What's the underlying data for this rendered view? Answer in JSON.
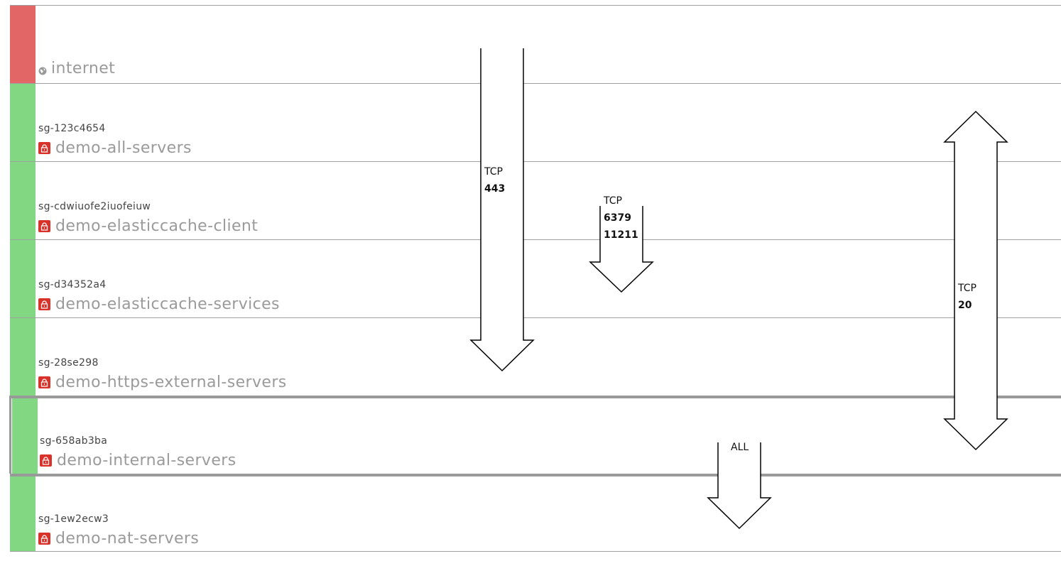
{
  "colors": {
    "internet_stripe": "#e26666",
    "sg_stripe": "#82d882",
    "lock_icon": "#d9322b",
    "row_border": "#a0a0a0",
    "selected_border": "#999999",
    "name_text": "#9a9a9a"
  },
  "internet": {
    "name": "internet",
    "icon": "globe-icon"
  },
  "security_groups": [
    {
      "id": "sg-123c4654",
      "name": "demo-all-servers",
      "icon": "lock-icon"
    },
    {
      "id": "sg-cdwiuofe2iuofeiuw",
      "name": "demo-elasticcache-client",
      "icon": "lock-icon"
    },
    {
      "id": "sg-d34352a4",
      "name": "demo-elasticcache-services",
      "icon": "lock-icon"
    },
    {
      "id": "sg-28se298",
      "name": "demo-https-external-servers",
      "icon": "lock-icon"
    },
    {
      "id": "sg-658ab3ba",
      "name": "demo-internal-servers",
      "icon": "lock-icon",
      "selected": true
    },
    {
      "id": "sg-1ew2ecw3",
      "name": "demo-nat-servers",
      "icon": "lock-icon"
    }
  ],
  "flows": [
    {
      "protocol": "TCP",
      "ports": [
        "443"
      ],
      "from": "internet",
      "to": "demo-https-external-servers",
      "direction": "down"
    },
    {
      "protocol": "TCP",
      "ports": [
        "6379",
        "11211"
      ],
      "from": "demo-elasticcache-client",
      "to": "demo-elasticcache-services",
      "direction": "down"
    },
    {
      "protocol": "TCP",
      "ports": [
        "20"
      ],
      "from": "demo-all-servers",
      "to": "demo-internal-servers",
      "direction": "both"
    },
    {
      "protocol": "ALL",
      "ports": [],
      "from": "demo-internal-servers",
      "to": "demo-nat-servers",
      "direction": "down"
    }
  ]
}
